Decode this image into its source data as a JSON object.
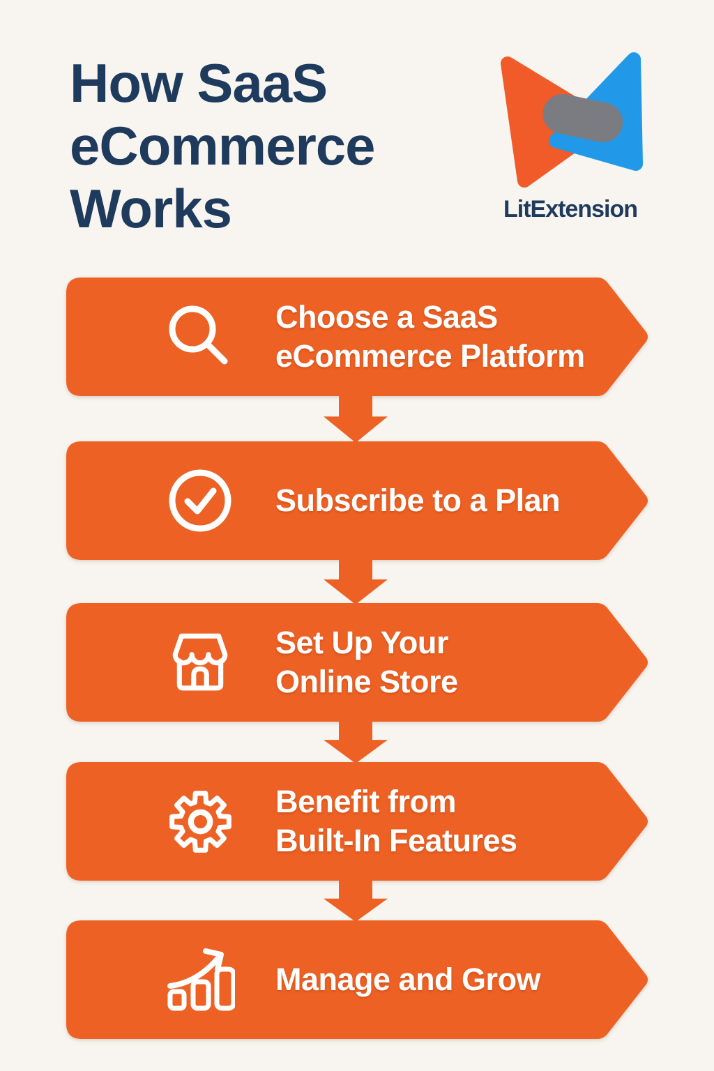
{
  "page": {
    "background_color": "#F8F5F0"
  },
  "header": {
    "title_lines": [
      "How SaaS",
      "eCommerce",
      "Works"
    ],
    "title_color": "#1E3A5C"
  },
  "logo": {
    "brand_name": "LitExtension",
    "orange": "#F15A29",
    "blue": "#2199E8",
    "overlap_gray": "#7A7C82",
    "wordmark_color": "#1E3A5C"
  },
  "colors": {
    "banner_orange": "#EE6124",
    "banner_text": "#FFFFFF"
  },
  "steps": [
    {
      "icon": "magnifier-icon",
      "lines": [
        "Choose a SaaS",
        "eCommerce Platform"
      ]
    },
    {
      "icon": "check-circle-icon",
      "lines": [
        "Subscribe to a Plan"
      ]
    },
    {
      "icon": "storefront-icon",
      "lines": [
        "Set Up Your",
        "Online Store"
      ]
    },
    {
      "icon": "gear-icon",
      "lines": [
        "Benefit from",
        "Built-In Features"
      ]
    },
    {
      "icon": "growth-chart-icon",
      "lines": [
        "Manage and Grow"
      ]
    }
  ]
}
